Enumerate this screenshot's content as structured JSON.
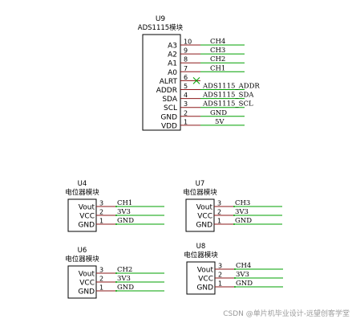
{
  "colors": {
    "body_stroke": "#000000",
    "pin_stroke": "#8b1a1a",
    "wire": "#00a000",
    "pin_number": "#000000",
    "net_label": "#000000",
    "noconnect": "#00a000",
    "watermark": "#9a9a9a"
  },
  "main_chip": {
    "ref": "U9",
    "name": "ADS1115模块",
    "pins": [
      {
        "label": "A3",
        "num": "10",
        "net": "CH4"
      },
      {
        "label": "A2",
        "num": "9",
        "net": "CH3"
      },
      {
        "label": "A1",
        "num": "8",
        "net": "CH2"
      },
      {
        "label": "A0",
        "num": "7",
        "net": "CH1"
      },
      {
        "label": "ALRT",
        "num": "6",
        "net": "",
        "no_connect": true
      },
      {
        "label": "ADDR",
        "num": "5",
        "net": "ADS1115_ADDR"
      },
      {
        "label": "SDA",
        "num": "4",
        "net": "ADS1115_SDA"
      },
      {
        "label": "SCL",
        "num": "3",
        "net": "ADS1115_SCL"
      },
      {
        "label": "GND",
        "num": "2",
        "net": "GND"
      },
      {
        "label": "VDD",
        "num": "1",
        "net": "5V"
      }
    ]
  },
  "pots": [
    {
      "ref": "U4",
      "name": "电位器模块",
      "pins": [
        {
          "label": "Vout",
          "num": "3",
          "net": "CH1"
        },
        {
          "label": "VCC",
          "num": "2",
          "net": "3V3"
        },
        {
          "label": "GND",
          "num": "1",
          "net": "GND"
        }
      ]
    },
    {
      "ref": "U7",
      "name": "电位器模块",
      "pins": [
        {
          "label": "Vout",
          "num": "3",
          "net": "CH3"
        },
        {
          "label": "VCC",
          "num": "2",
          "net": "3V3"
        },
        {
          "label": "GND",
          "num": "1",
          "net": "GND"
        }
      ]
    },
    {
      "ref": "U6",
      "name": "电位器模块",
      "pins": [
        {
          "label": "Vout",
          "num": "3",
          "net": "CH2"
        },
        {
          "label": "VCC",
          "num": "2",
          "net": "3V3"
        },
        {
          "label": "GND",
          "num": "1",
          "net": "GND"
        }
      ]
    },
    {
      "ref": "U8",
      "name": "电位器模块",
      "pins": [
        {
          "label": "Vout",
          "num": "3",
          "net": "CH4"
        },
        {
          "label": "VCC",
          "num": "2",
          "net": "3V3"
        },
        {
          "label": "GND",
          "num": "1",
          "net": "GND"
        }
      ]
    }
  ],
  "watermark": "CSDN @单片机毕业设计-远望创客学堂"
}
